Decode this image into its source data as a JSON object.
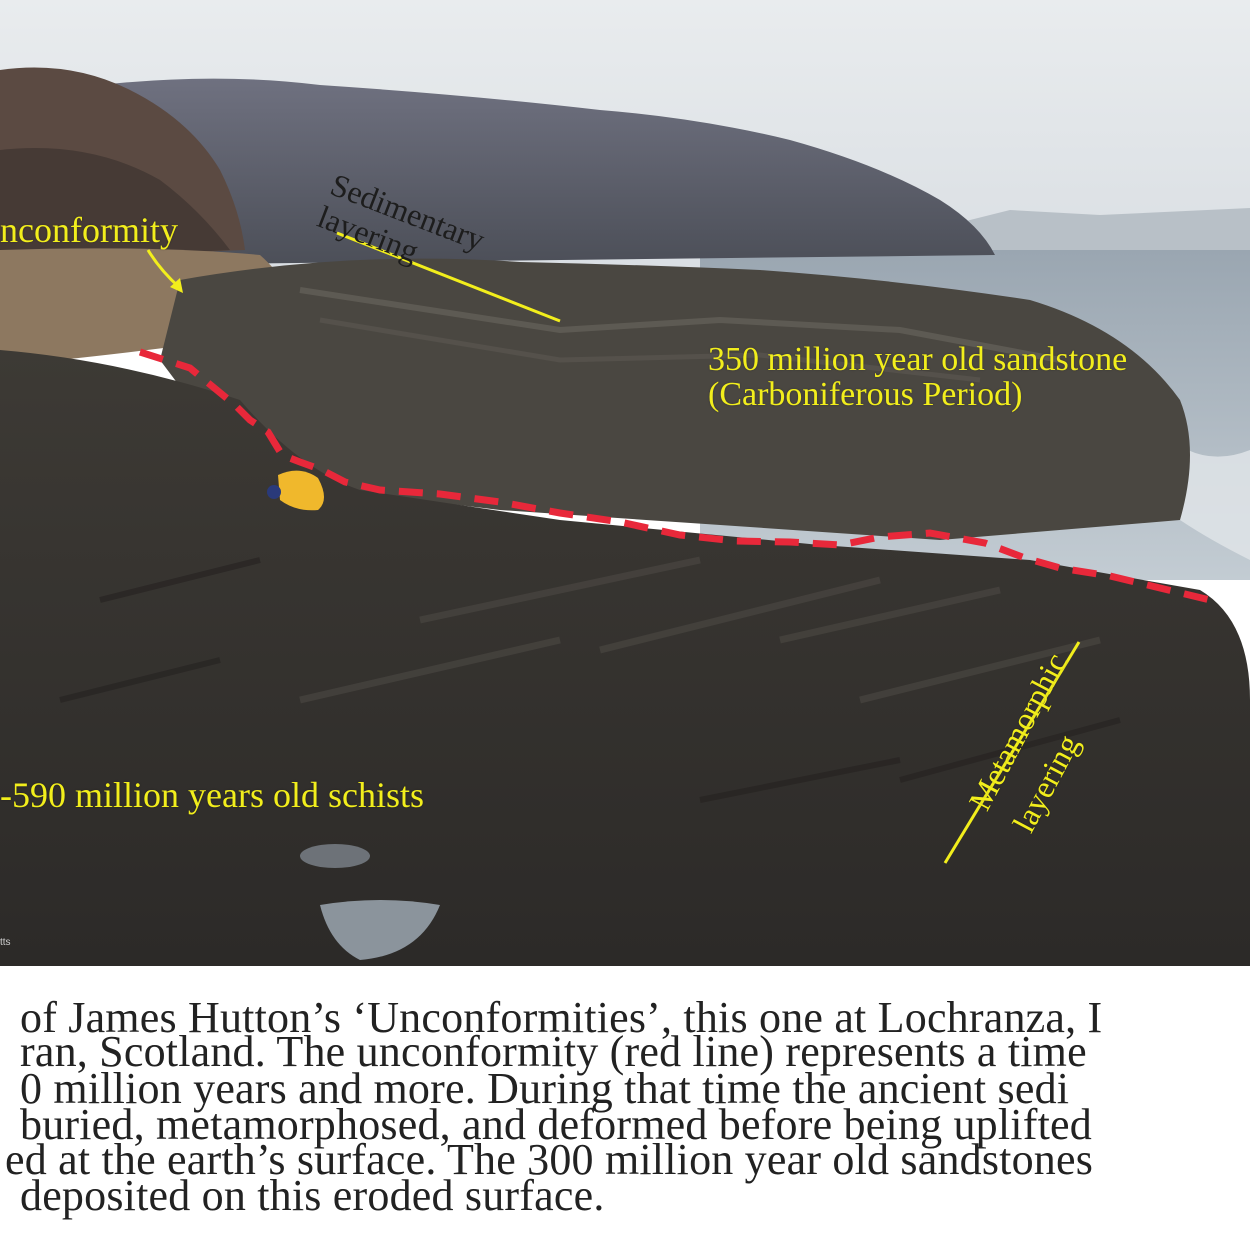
{
  "labels": {
    "unconformity": "nconformity",
    "sedimentary_line1": "Sedimentary",
    "sedimentary_line2": "layering",
    "sandstone_line1": "350 million year old sandstone",
    "sandstone_line2": "(Carboniferous Period)",
    "schists": "-590 million years old schists",
    "metamorphic_line1": "Metamorphic",
    "metamorphic_line2": "layering",
    "credit": "tts"
  },
  "caption": {
    "lines": [
      "of James Hutton’s ‘Unconformities’, this one at Lochranza, I",
      "ran, Scotland.  The unconformity (red line) represents a time",
      "0 million years and more.  During that time the ancient sedi",
      "buried, metamorphosed, and deformed before being uplifted",
      "ed at the earth’s surface.  The 300 million year old sandstones",
      "deposited on this eroded surface."
    ]
  },
  "colors": {
    "annotation_yellow": "#f2ee1c",
    "unconformity_red": "#e8283a",
    "caption_text": "#222222"
  }
}
